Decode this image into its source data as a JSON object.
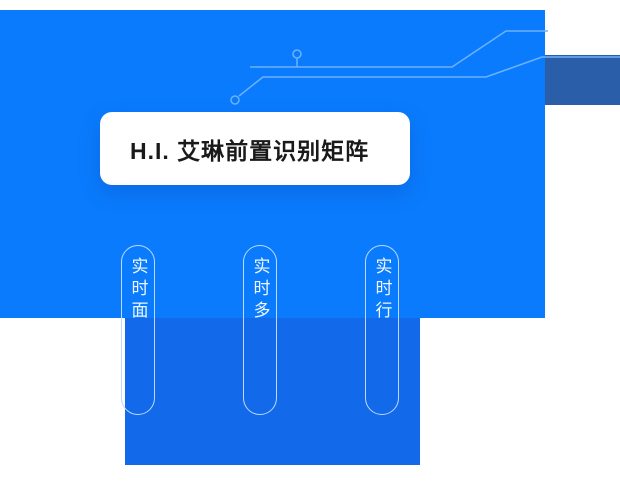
{
  "title_card": {
    "label": "H.I. 艾琳前置识别矩阵"
  },
  "pills": [
    {
      "label": "实时面"
    },
    {
      "label": "实时多"
    },
    {
      "label": "实时行"
    }
  ],
  "icons": {
    "circuit": "circuit-lines-icon"
  },
  "colors": {
    "primary_blue": "#0a7bfd",
    "bottom_panel_blue": "#1269ea",
    "dark_accent_blue": "#2a5ea8",
    "circuit_line_blue": "#6db2ff",
    "pill_border": "#bcd9ff",
    "pill_text": "#eef6ff",
    "card_background": "#ffffff",
    "title_text": "#1a1a1a"
  }
}
